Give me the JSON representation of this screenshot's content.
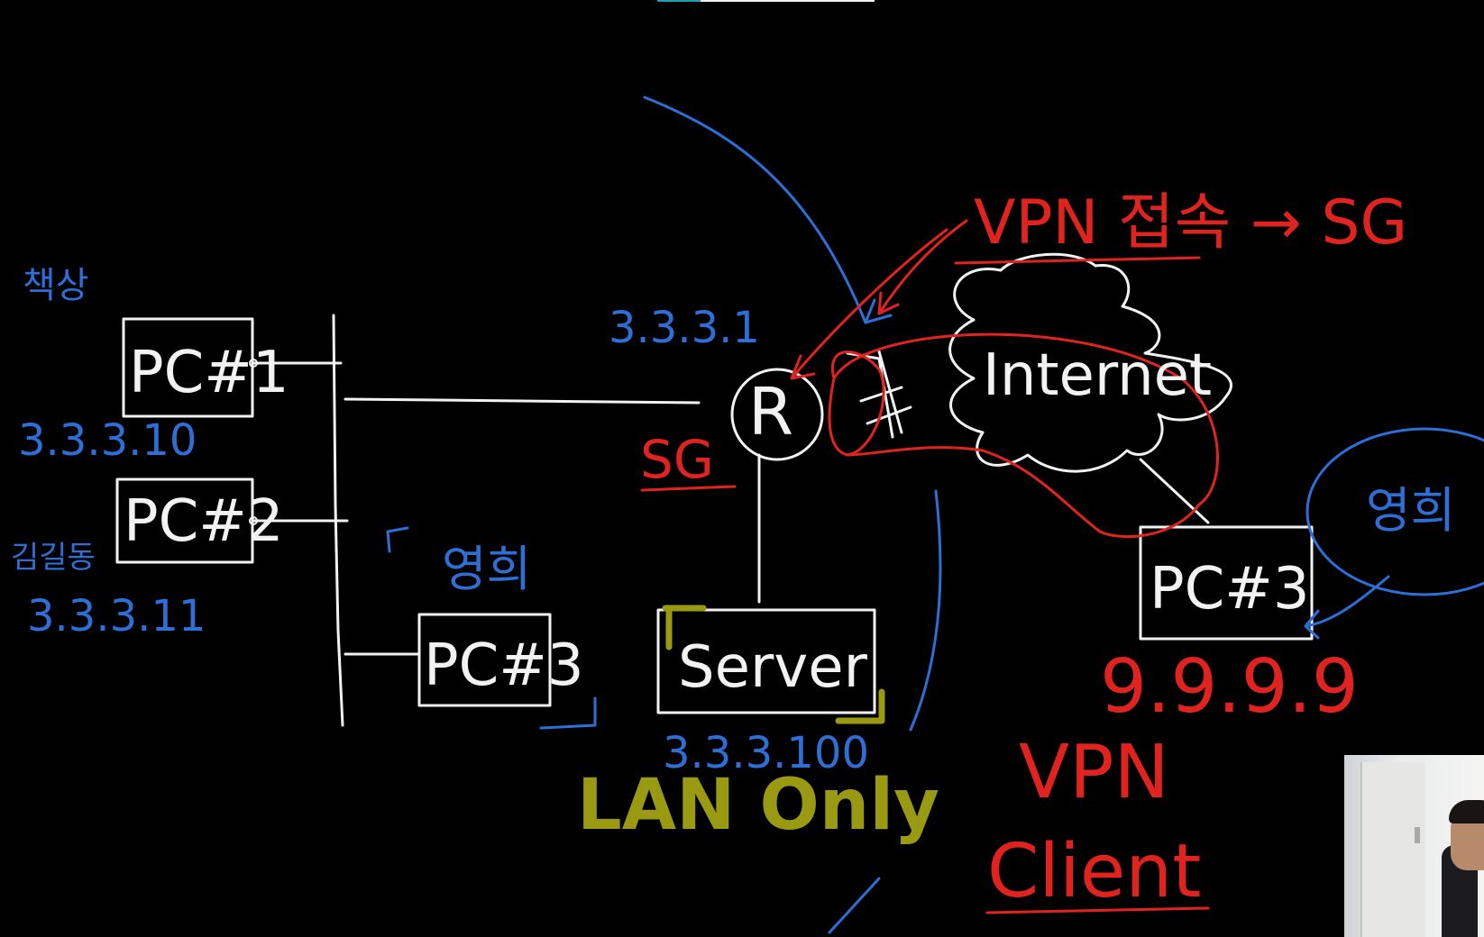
{
  "canvas": {
    "background": "#000000",
    "colors": {
      "white": "#f2f2f2",
      "blue": "#2d6fd6",
      "red": "#e0231f",
      "olive": "#9a9a12"
    }
  },
  "lan": {
    "pc1": {
      "label": "PC#1",
      "ip": "3.3.3.10",
      "side_note": "책상"
    },
    "pc2": {
      "label": "PC#2",
      "ip": "3.3.3.11",
      "side_note": "김길동"
    },
    "pc3": {
      "label": "PC#3",
      "side_note": "영희"
    },
    "server": {
      "label": "Server",
      "ip": "3.3.3.100"
    },
    "router": {
      "label": "R",
      "ip": "3.3.3.1",
      "role": "SG"
    }
  },
  "internet": {
    "label": "Internet"
  },
  "remote": {
    "pc3": {
      "label": "PC#3",
      "ip": "9.9.9.9",
      "owner": "영희"
    }
  },
  "annotations": {
    "vpn_connect": "VPN 접속 → SG",
    "lan_only": "LAN Only",
    "vpn_client_line1": "VPN",
    "vpn_client_line2": "Client"
  },
  "webcam": {
    "icon": "presenter-webcam"
  }
}
